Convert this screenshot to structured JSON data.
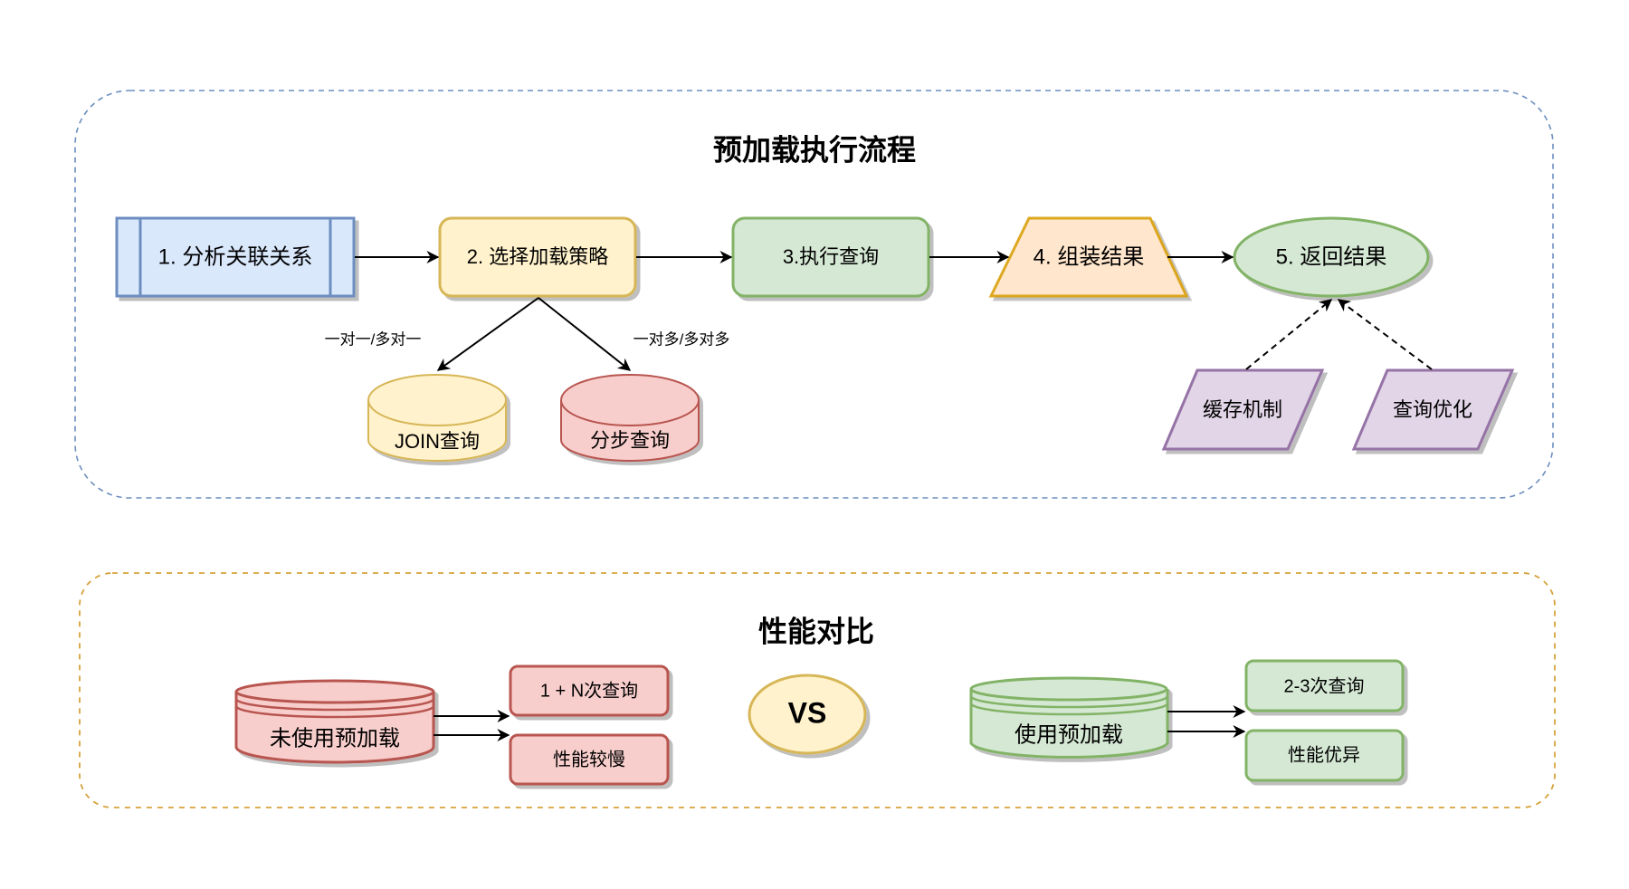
{
  "flow": {
    "title": "预加载执行流程",
    "steps": [
      {
        "label": "1. 分析关联关系"
      },
      {
        "label": "2. 选择加载策略"
      },
      {
        "label": "3.执行查询"
      },
      {
        "label": "4. 组装结果"
      },
      {
        "label": "5. 返回结果"
      }
    ],
    "strategies": [
      {
        "edge_label": "一对一/多对一",
        "label": "JOIN查询"
      },
      {
        "edge_label": "一对多/多对多",
        "label": "分步查询"
      }
    ],
    "enhancers": [
      {
        "label": "缓存机制"
      },
      {
        "label": "查询优化"
      }
    ]
  },
  "comparison": {
    "title": "性能对比",
    "vs_label": "VS",
    "without": {
      "label": "未使用预加载",
      "results": [
        "1 + N次查询",
        "性能较慢"
      ]
    },
    "with": {
      "label": "使用预加载",
      "results": [
        "2-3次查询",
        "性能优异"
      ]
    }
  },
  "colors": {
    "blue_fill": "#dae8fc",
    "blue_stroke": "#6c8ebf",
    "yellow_fill": "#fff2cc",
    "yellow_stroke": "#d6b656",
    "green_fill": "#d5e8d4",
    "green_stroke": "#82b366",
    "orange_fill": "#ffe6cc",
    "orange_stroke": "#d79b00",
    "red_fill": "#f8cecc",
    "red_stroke": "#b85450",
    "purple_fill": "#e1d5e7",
    "purple_stroke": "#9673a6",
    "container_blue": "#6c8ebf",
    "container_orange": "#d6a23a"
  }
}
